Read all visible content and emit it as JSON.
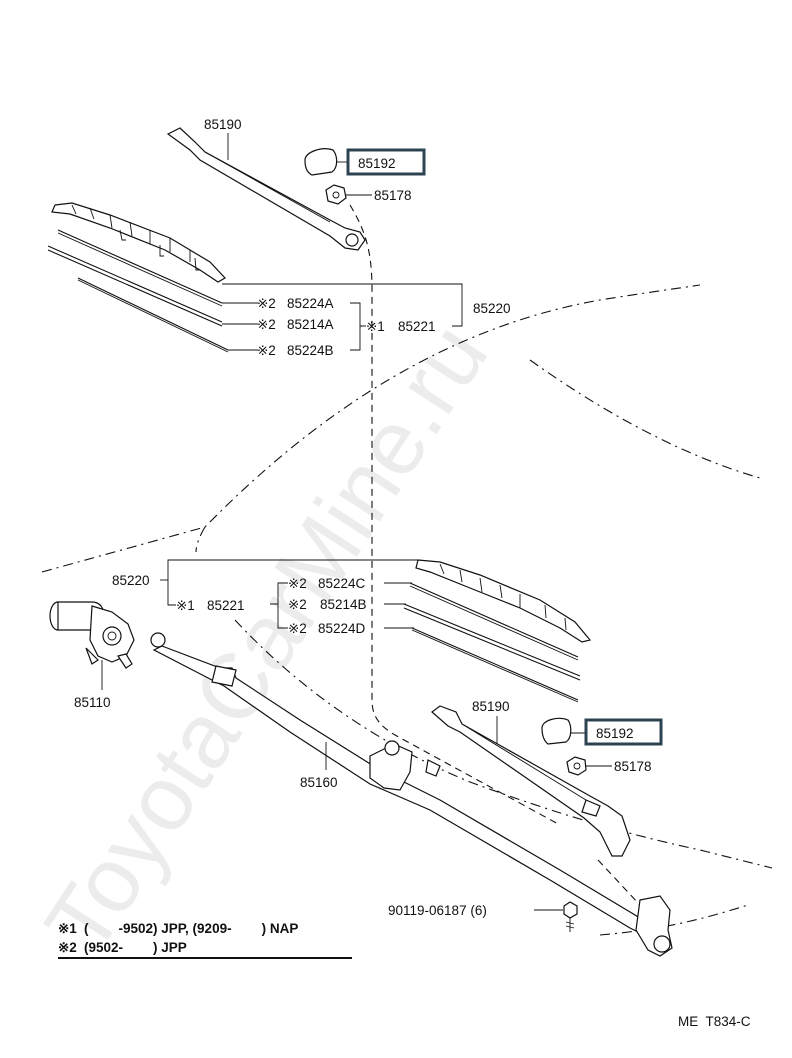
{
  "watermark": "ToyotaCarMine.ru",
  "footer_code": "ME  T834-C",
  "upper": {
    "arm": "85190",
    "cap": "85192",
    "nut": "85178",
    "blade_assy": "85220",
    "blade": "85221",
    "blade_mark": "※1",
    "insert_a": "85224A",
    "rubber": "85214A",
    "insert_b": "85224B",
    "item_mark": "※2"
  },
  "lower": {
    "blade_assy": "85220",
    "blade": "85221",
    "blade_mark": "※1",
    "insert_c": "85224C",
    "rubber": "85214B",
    "insert_d": "85224D",
    "item_mark": "※2",
    "motor": "85110",
    "link": "85160",
    "arm": "85190",
    "cap": "85192",
    "nut": "85178",
    "bolt": "90119-06187 (6)"
  },
  "notes": {
    "note1_mark": "※1",
    "note1_text": "(        -9502) JPP, (9209-        ) NAP",
    "note2_mark": "※2",
    "note2_text": "(9502-        ) JPP"
  }
}
